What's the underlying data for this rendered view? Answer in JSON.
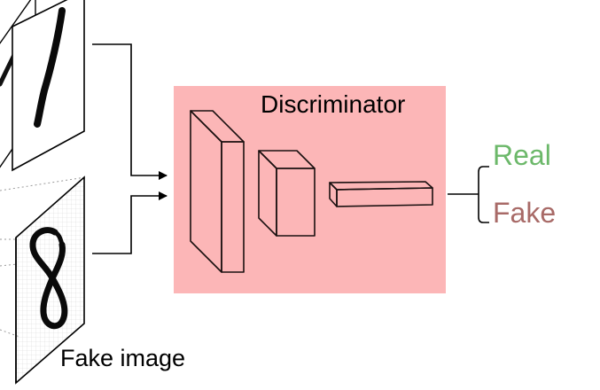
{
  "discriminator": {
    "label": "Discriminator",
    "fill_color": "#fcb6b7"
  },
  "outputs": {
    "real": {
      "label": "Real",
      "color": "#6cb86a"
    },
    "fake": {
      "label": "Fake",
      "color": "#a86a67"
    }
  },
  "inputs": {
    "real_digit": "1",
    "fake_digit": "8",
    "fake_caption": "Fake image"
  }
}
